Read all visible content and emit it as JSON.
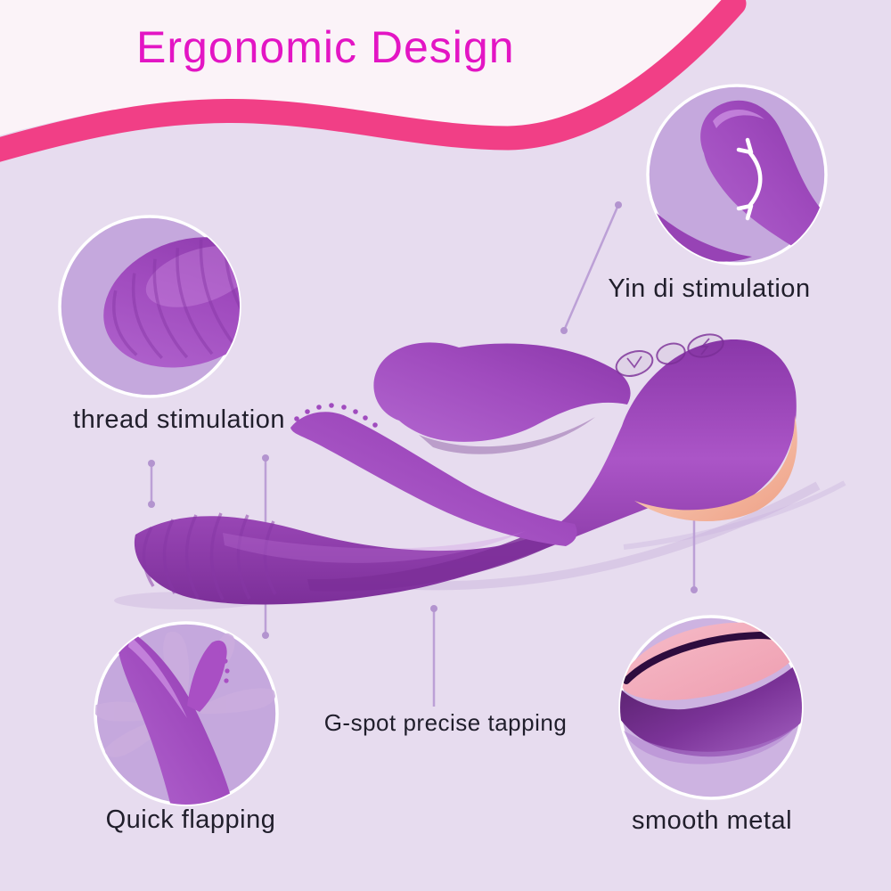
{
  "title": {
    "text": "Ergonomic Design"
  },
  "labels": {
    "clitoral": "Yin di stimulation",
    "thread": "thread stimulation",
    "flapping": "Quick flapping",
    "tapping": "G-spot precise tapping",
    "metal": "smooth metal"
  },
  "icons": {
    "motion_arrow": "curved double-headed arrow showing flexing motion"
  },
  "colors": {
    "background": "#E7DCEF",
    "top_band": "#FBF3F8",
    "wave_pink": "#F13F86",
    "title_magenta": "#E315C4",
    "label_text": "#201E2B",
    "product_purple": "#A34FC0",
    "product_purple_dark": "#7C2F99",
    "metal_peach": "#F2B49E",
    "metal_rose": "#F0A3B5",
    "callout_circle_fill": "#C5A8DD",
    "callout_circle_border": "#FFFFFF",
    "connector_line": "#BCA0D6"
  }
}
